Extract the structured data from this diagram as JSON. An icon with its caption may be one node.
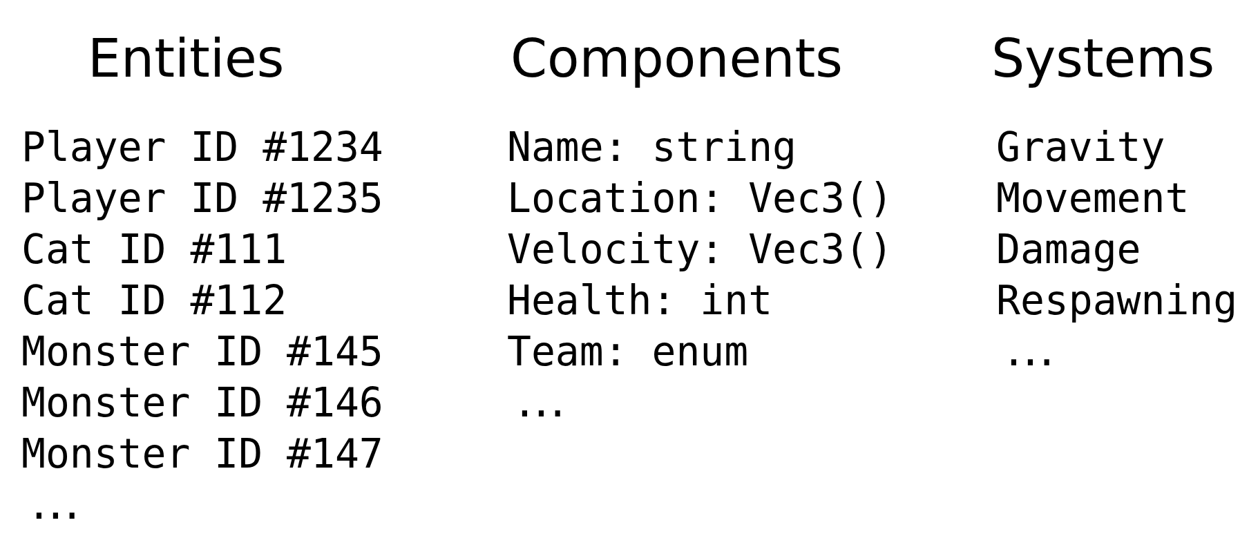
{
  "diagram": {
    "labels": [
      "Entities",
      "Player ID #1234",
      "Player ID #1235",
      "Cat ID #111",
      "Cat ID #112",
      "Monster ID #145",
      "Monster ID #146",
      "Monster ID #147",
      "...",
      "Components",
      "Name: string",
      "Location: Vec3()",
      "Velocity: Vec3()",
      "Health: int",
      "Team: enum",
      "...",
      "Systems",
      "Gravity",
      "Movement",
      "Damage",
      "Respawning",
      "..."
    ]
  }
}
